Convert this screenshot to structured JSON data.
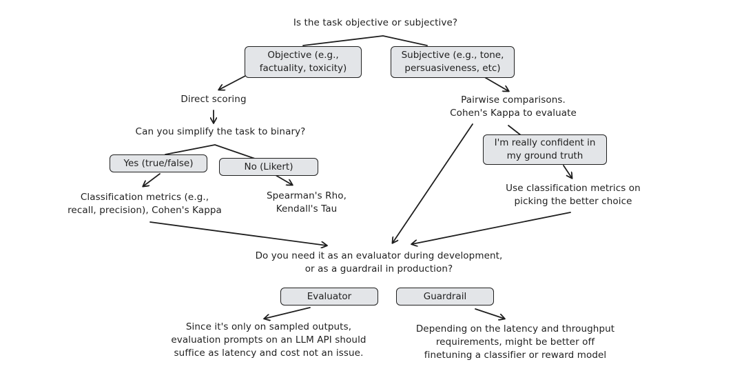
{
  "question_task_type": "Is the task objective or subjective?",
  "option_objective": "Objective (e.g.,\nfactuality, toxicity)",
  "option_subjective": "Subjective (e.g., tone,\npersuasiveness, etc)",
  "direct_scoring": "Direct scoring",
  "question_binary": "Can you simplify the task to binary?",
  "option_yes": "Yes (true/false)",
  "option_no": "No (Likert)",
  "result_classification": "Classification metrics (e.g.,\nrecall, precision), Cohen's Kappa",
  "result_spearman": "Spearman's Rho,\nKendall's Tau",
  "pairwise": "Pairwise comparisons.\nCohen's Kappa to evaluate",
  "option_confident": "I'm really confident in\nmy ground truth",
  "result_use_classification": "Use classification metrics on\npicking the better choice",
  "question_evaluator": "Do you need it as an evaluator during development,\nor as a guardrail in production?",
  "option_evaluator": "Evaluator",
  "option_guardrail": "Guardrail",
  "result_evaluator": "Since it's only on sampled outputs,\nevaluation prompts on an LLM API should\nsuffice as latency and cost not an issue.",
  "result_guardrail": "Depending on the latency and throughput\nrequirements, might be better off\nfinetuning a classifier or reward model"
}
